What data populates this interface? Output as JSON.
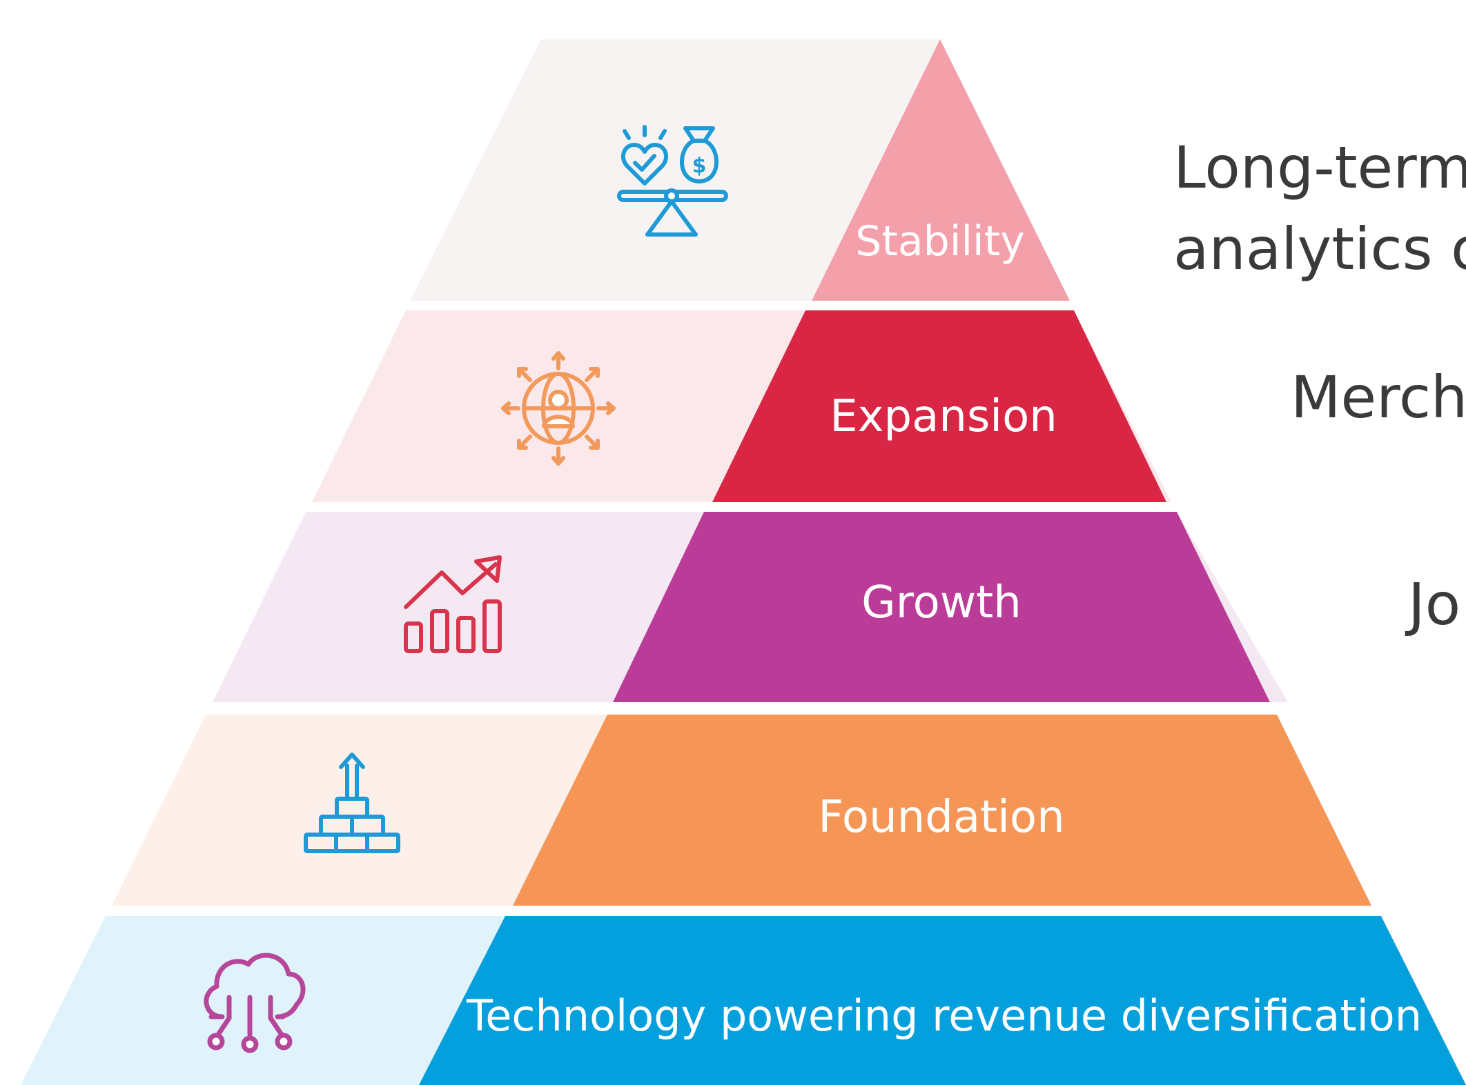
{
  "tiers": [
    {
      "id": "stability",
      "label": "Stability",
      "icon": "balance-scale-heart-money-icon",
      "color": "#f4a0aa",
      "band_color": "#f7f3f3",
      "icon_color": "#1e9bd7",
      "side_text_lines": [
        "Long-term",
        "analytics o"
      ]
    },
    {
      "id": "expansion",
      "label": "Expansion",
      "icon": "global-user-network-icon",
      "color": "#d92644",
      "band_color": "#fae8ea",
      "icon_color": "#f29a5b",
      "side_text_lines": [
        "Merch"
      ]
    },
    {
      "id": "growth",
      "label": "Growth",
      "icon": "growth-chart-icon",
      "color": "#bb3b98",
      "band_color": "#f4e9f2",
      "icon_color": "#d8344d",
      "side_text_lines": [
        "Jo"
      ]
    },
    {
      "id": "foundation",
      "label": "Foundation",
      "icon": "brick-stack-arrow-icon",
      "color": "#f69656",
      "band_color": "#fdf0ea",
      "icon_color": "#1e9bd7",
      "side_text_lines": []
    },
    {
      "id": "technology",
      "label": "Technology powering revenue diversification",
      "icon": "cloud-network-icon",
      "color": "#049fdd",
      "band_color": "#e0f3fa",
      "icon_color": "#b5469a",
      "side_text_lines": []
    }
  ]
}
